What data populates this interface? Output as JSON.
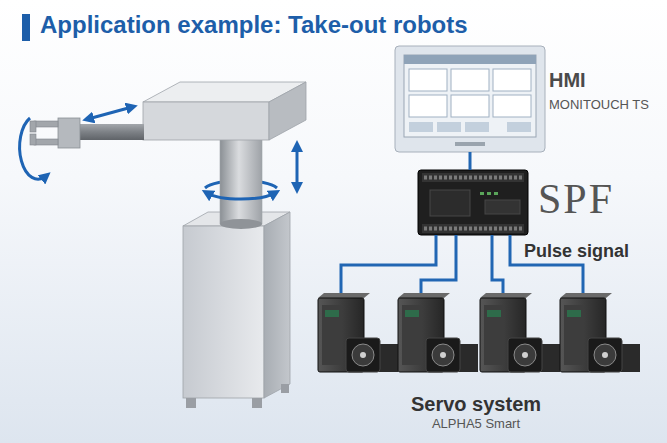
{
  "diagram": {
    "title": "Application example: Take-out robots",
    "nodes": [
      {
        "text": [
          "HMI",
          "MONITOUCH TS"
        ]
      },
      {
        "text": [
          "SPF"
        ]
      },
      {
        "text": [
          "Servo system",
          "ALPHA5 Smart"
        ]
      }
    ],
    "edges": [
      {
        "from": 0,
        "to": 1,
        "arrow": "none"
      },
      {
        "from": 1,
        "to": 2,
        "label": "Pulse signal",
        "arrow": "none"
      }
    ]
  }
}
